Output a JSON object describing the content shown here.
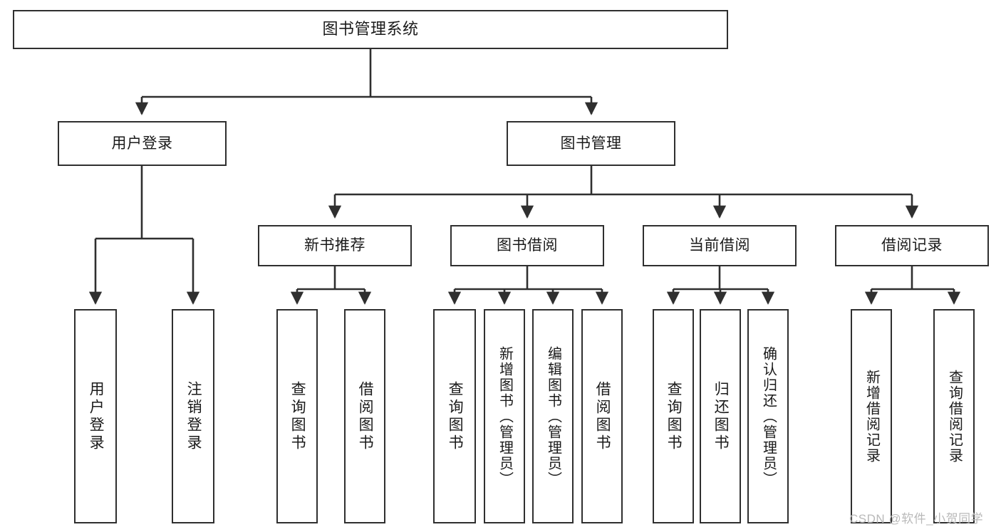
{
  "diagram": {
    "title": "图书管理系统",
    "type": "tree-hierarchy",
    "watermark": "CSDN @软件_小贺同学",
    "colors": {
      "box_border": "#2f2f2f",
      "box_fill": "#ffffff",
      "connector": "#2f2f2f",
      "text": "#1a1a1a",
      "watermark": "#b9b9b9"
    },
    "root": {
      "label": "图书管理系统"
    },
    "level2": [
      {
        "id": "user-login",
        "label": "用户登录"
      },
      {
        "id": "book-management",
        "label": "图书管理"
      }
    ],
    "level3": [
      {
        "id": "new-book-recommend",
        "label": "新书推荐"
      },
      {
        "id": "book-borrow",
        "label": "图书借阅"
      },
      {
        "id": "current-borrow",
        "label": "当前借阅"
      },
      {
        "id": "borrow-record",
        "label": "借阅记录"
      }
    ],
    "leaves": {
      "user_login": [
        {
          "id": "leaf-user-login",
          "label": "用户登录"
        },
        {
          "id": "leaf-logout-login",
          "label": "注销登录"
        }
      ],
      "new_book_recommend": [
        {
          "id": "leaf-query-book-1",
          "label": "查询图书"
        },
        {
          "id": "leaf-borrow-book-1",
          "label": "借阅图书"
        }
      ],
      "book_borrow": [
        {
          "id": "leaf-query-book-2",
          "label": "查询图书"
        },
        {
          "id": "leaf-add-book",
          "label": "新增图书（管理员）"
        },
        {
          "id": "leaf-edit-book",
          "label": "编辑图书（管理员）"
        },
        {
          "id": "leaf-borrow-book-2",
          "label": "借阅图书"
        }
      ],
      "current_borrow": [
        {
          "id": "leaf-query-book-3",
          "label": "查询图书"
        },
        {
          "id": "leaf-return-book",
          "label": "归还图书"
        },
        {
          "id": "leaf-confirm-return",
          "label": "确认归还（管理员）"
        }
      ],
      "borrow_record": [
        {
          "id": "leaf-add-record",
          "label": "新增借阅记录"
        },
        {
          "id": "leaf-query-record",
          "label": "查询借阅记录"
        }
      ]
    }
  }
}
